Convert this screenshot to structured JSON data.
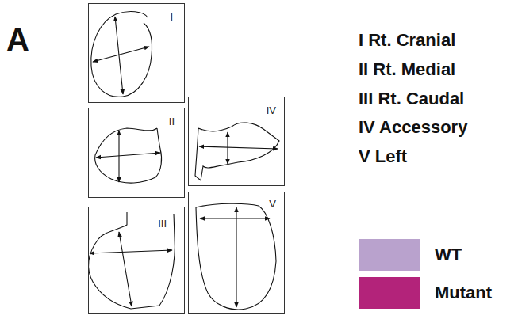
{
  "diagram": {
    "nodes": [
      {
        "text": [
          "I"
        ]
      },
      {
        "text": [
          "II"
        ]
      },
      {
        "text": [
          "III"
        ]
      },
      {
        "text": [
          "IV"
        ]
      },
      {
        "text": [
          "V"
        ]
      }
    ],
    "labels": [
      "A",
      "I Rt. Cranial",
      "II Rt. Medial",
      "III Rt. Caudal",
      "IV Accessory",
      "V Left"
    ],
    "legend": [
      {
        "text": "WT",
        "color": "#b9a2cd"
      },
      {
        "text": "Mutant",
        "color": "#b3237a"
      }
    ]
  }
}
